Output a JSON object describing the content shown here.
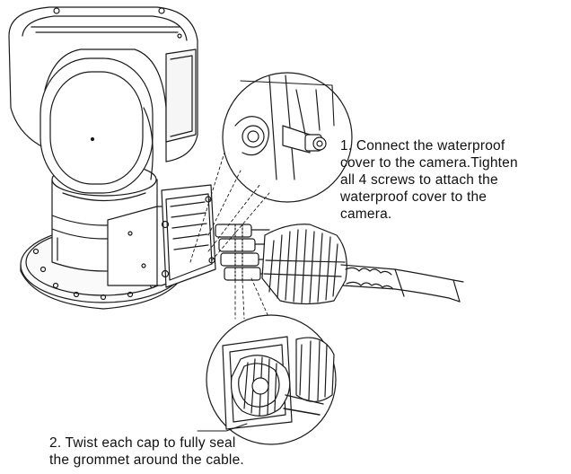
{
  "steps": [
    {
      "lines": [
        "1. Connect the waterproof",
        "cover to the camera.Tighten",
        "all 4 screws to attach the",
        "waterproof cover to the",
        "camera."
      ]
    },
    {
      "lines": [
        "2. Twist each cap to fully seal",
        "the grommet around the cable."
      ]
    }
  ]
}
